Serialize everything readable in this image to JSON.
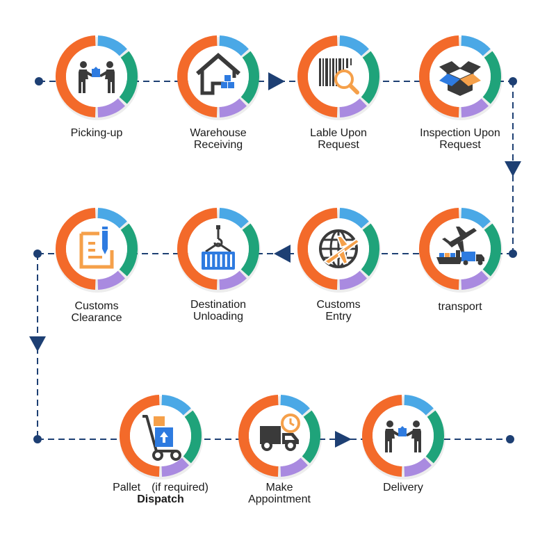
{
  "colors": {
    "orange": "#F36A2A",
    "blue": "#4AA8E6",
    "green": "#1FA37A",
    "purple": "#A98AE0",
    "navy": "#1D3F73",
    "dark": "#3a3a3a",
    "icon_blue": "#2E7BE0",
    "icon_orange": "#F5A04A"
  },
  "steps": [
    {
      "id": "picking-up",
      "icon": "handover-icon",
      "lines": [
        "Picking-up"
      ]
    },
    {
      "id": "warehouse-receiving",
      "icon": "warehouse-icon",
      "lines": [
        "Warehouse",
        "Receiving"
      ]
    },
    {
      "id": "label-upon-request",
      "icon": "barcode-magnifier-icon",
      "lines": [
        "Lable Upon",
        "Request"
      ]
    },
    {
      "id": "inspection-upon-request",
      "icon": "open-box-icon",
      "lines": [
        "Inspection Upon",
        "Request"
      ]
    },
    {
      "id": "transport",
      "icon": "plane-ship-truck-icon",
      "lines": [
        "transport"
      ]
    },
    {
      "id": "customs-entry",
      "icon": "globe-plane-icon",
      "lines": [
        "Customs",
        "Entry"
      ]
    },
    {
      "id": "destination-unloading",
      "icon": "crane-container-icon",
      "lines": [
        "Destination",
        "Unloading"
      ]
    },
    {
      "id": "customs-clearance",
      "icon": "document-pen-icon",
      "lines": [
        "Customs",
        "Clearance"
      ]
    },
    {
      "id": "pallet-dispatch",
      "icon": "hand-truck-icon",
      "lines": [
        "Pallet　(if required)",
        "Dispatch"
      ]
    },
    {
      "id": "make-appointment",
      "icon": "truck-clock-icon",
      "lines": [
        "Make",
        "Appointment"
      ]
    },
    {
      "id": "delivery",
      "icon": "handover-icon",
      "lines": [
        "Delivery"
      ]
    }
  ]
}
